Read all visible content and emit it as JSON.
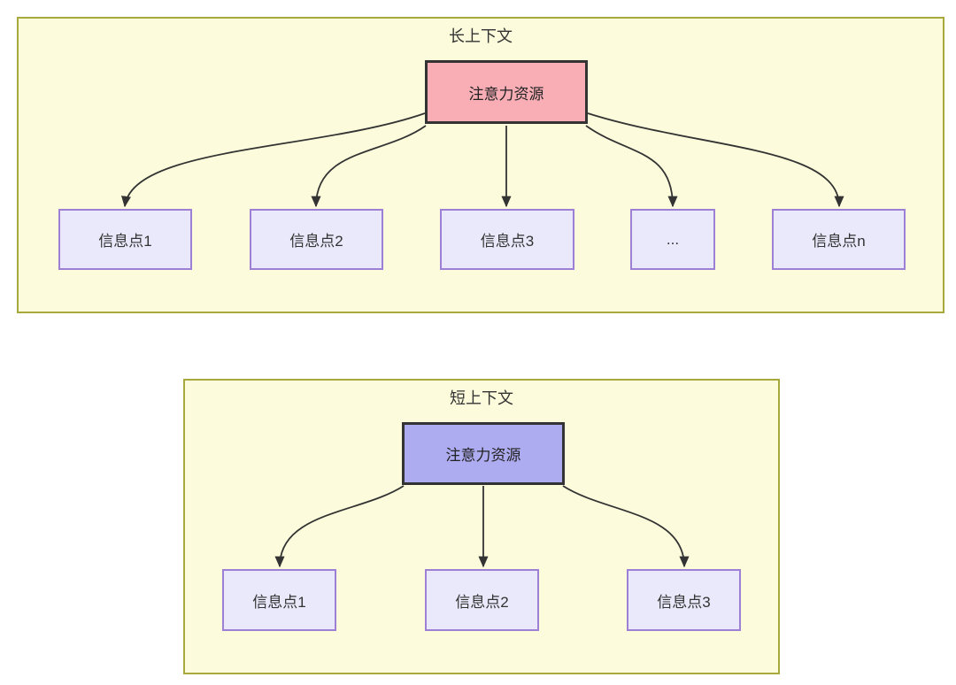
{
  "colors": {
    "panel_fill": "#fcfcdc",
    "panel_border": "#a8a83c",
    "attention_long_fill": "#f9aeb6",
    "attention_short_fill": "#aeacf0",
    "info_node_fill": "#e9e9fb",
    "info_node_border": "#9d80d6",
    "edge_color": "#333333",
    "text_color": "#333333"
  },
  "long_context": {
    "title": "长上下文",
    "attention_label": "注意力资源",
    "nodes": [
      "信息点1",
      "信息点2",
      "信息点3",
      "...",
      "信息点n"
    ]
  },
  "short_context": {
    "title": "短上下文",
    "attention_label": "注意力资源",
    "nodes": [
      "信息点1",
      "信息点2",
      "信息点3"
    ]
  }
}
